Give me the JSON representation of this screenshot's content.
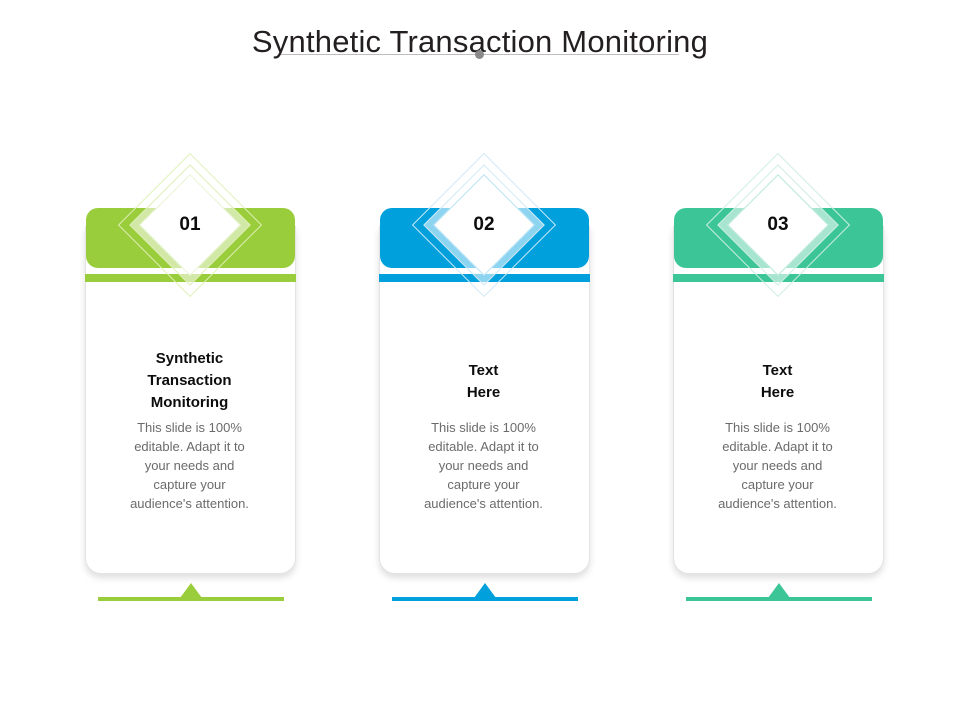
{
  "slide": {
    "title": "Synthetic Transaction Monitoring"
  },
  "colors": {
    "card1_accent": "#9ACD3C",
    "card2_accent": "#00A0DC",
    "card3_accent": "#3CC698",
    "diamond_outer_border_1": "#dff0b6",
    "diamond_outer_border_2": "#cfe9f7",
    "diamond_outer_border_3": "#cdeee2",
    "diamond_inner_border_1": "#e9f4d2",
    "diamond_inner_border_2": "#b9e2f5",
    "diamond_inner_border_3": "#b6e8d7",
    "title_text": "#231f20",
    "body_text": "#6b6b6b",
    "heading_text": "#0d0d0d",
    "divider": "#bdbdbd",
    "divider_dot": "#8a8a8a"
  },
  "cards": [
    {
      "number": "01",
      "heading_lines": [
        "Synthetic",
        "Transaction",
        "Monitoring"
      ],
      "desc_lines": [
        "This slide is 100%",
        "editable. Adapt it to",
        "your needs and",
        "capture your",
        "audience's attention."
      ]
    },
    {
      "number": "02",
      "heading_lines": [
        "Text",
        "Here"
      ],
      "desc_lines": [
        "This slide is 100%",
        "editable. Adapt it to",
        "your needs and",
        "capture your",
        "audience's attention."
      ]
    },
    {
      "number": "03",
      "heading_lines": [
        "Text",
        "Here"
      ],
      "desc_lines": [
        "This slide is 100%",
        "editable. Adapt it to",
        "your needs and",
        "capture your",
        "audience's attention."
      ]
    }
  ]
}
